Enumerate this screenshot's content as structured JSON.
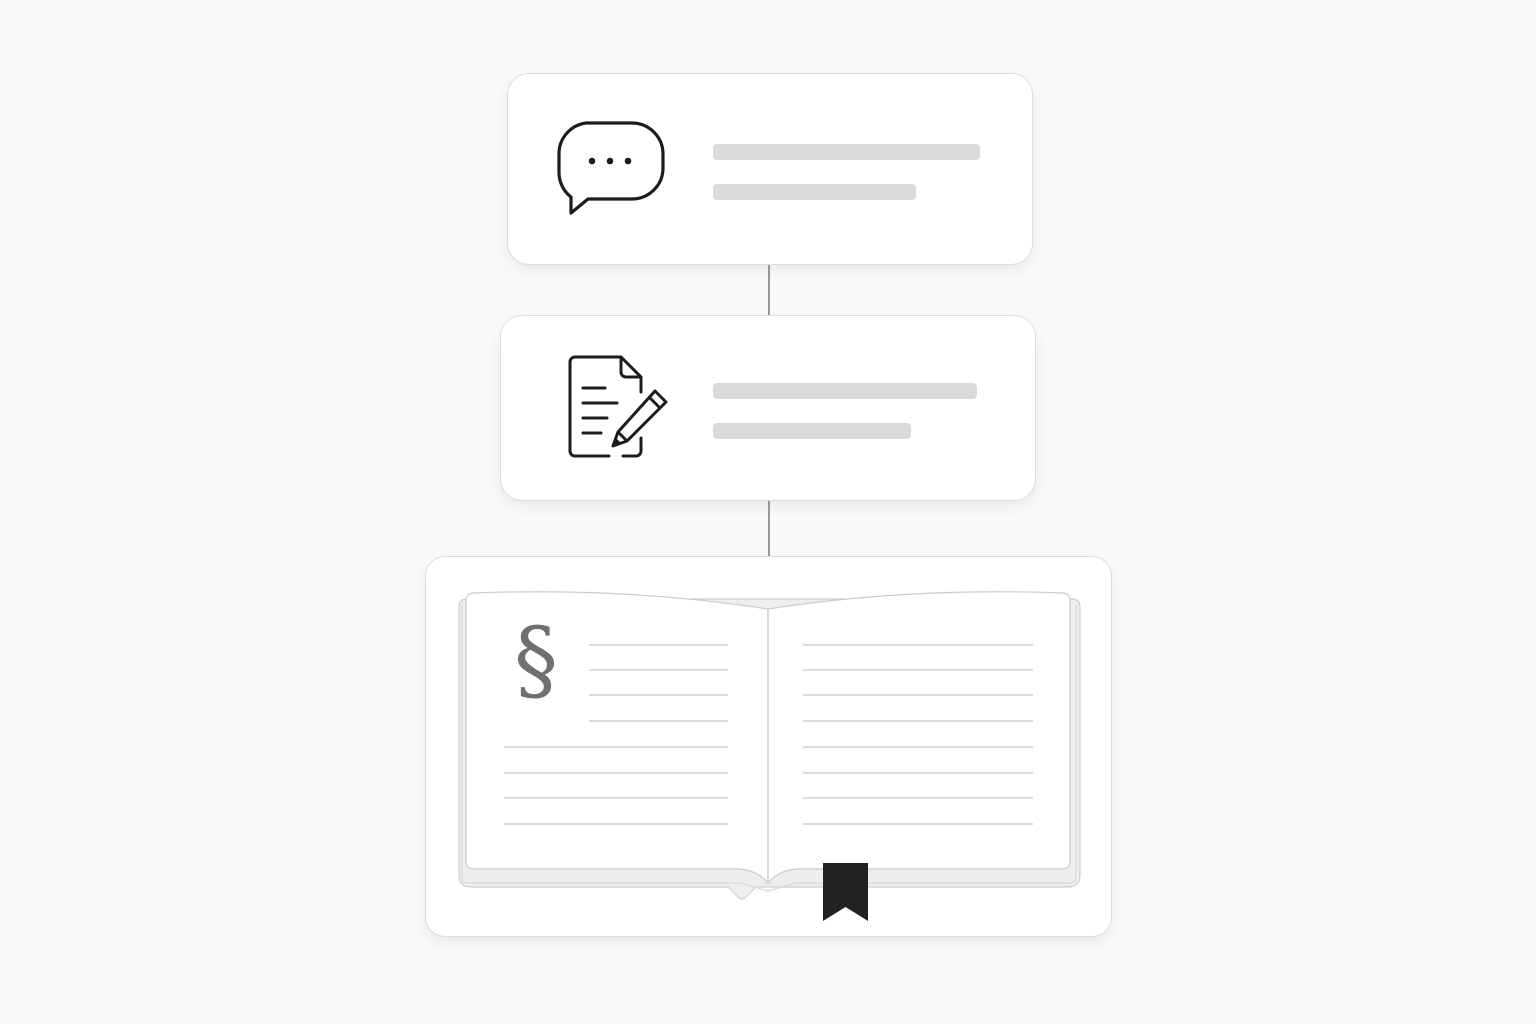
{
  "diagram": {
    "steps": [
      {
        "id": "conversation",
        "icon": "speech-bubble-icon"
      },
      {
        "id": "document-edit",
        "icon": "document-pencil-icon"
      },
      {
        "id": "law-book",
        "icon": "open-book-icon"
      }
    ],
    "book": {
      "symbol": "§",
      "bookmark_color": "#222222"
    },
    "colors": {
      "background": "#f9f9f9",
      "card": "#ffffff",
      "border": "#dcdcdc",
      "placeholder_bar": "#dadada",
      "icon_stroke": "#1c1c1c"
    }
  }
}
